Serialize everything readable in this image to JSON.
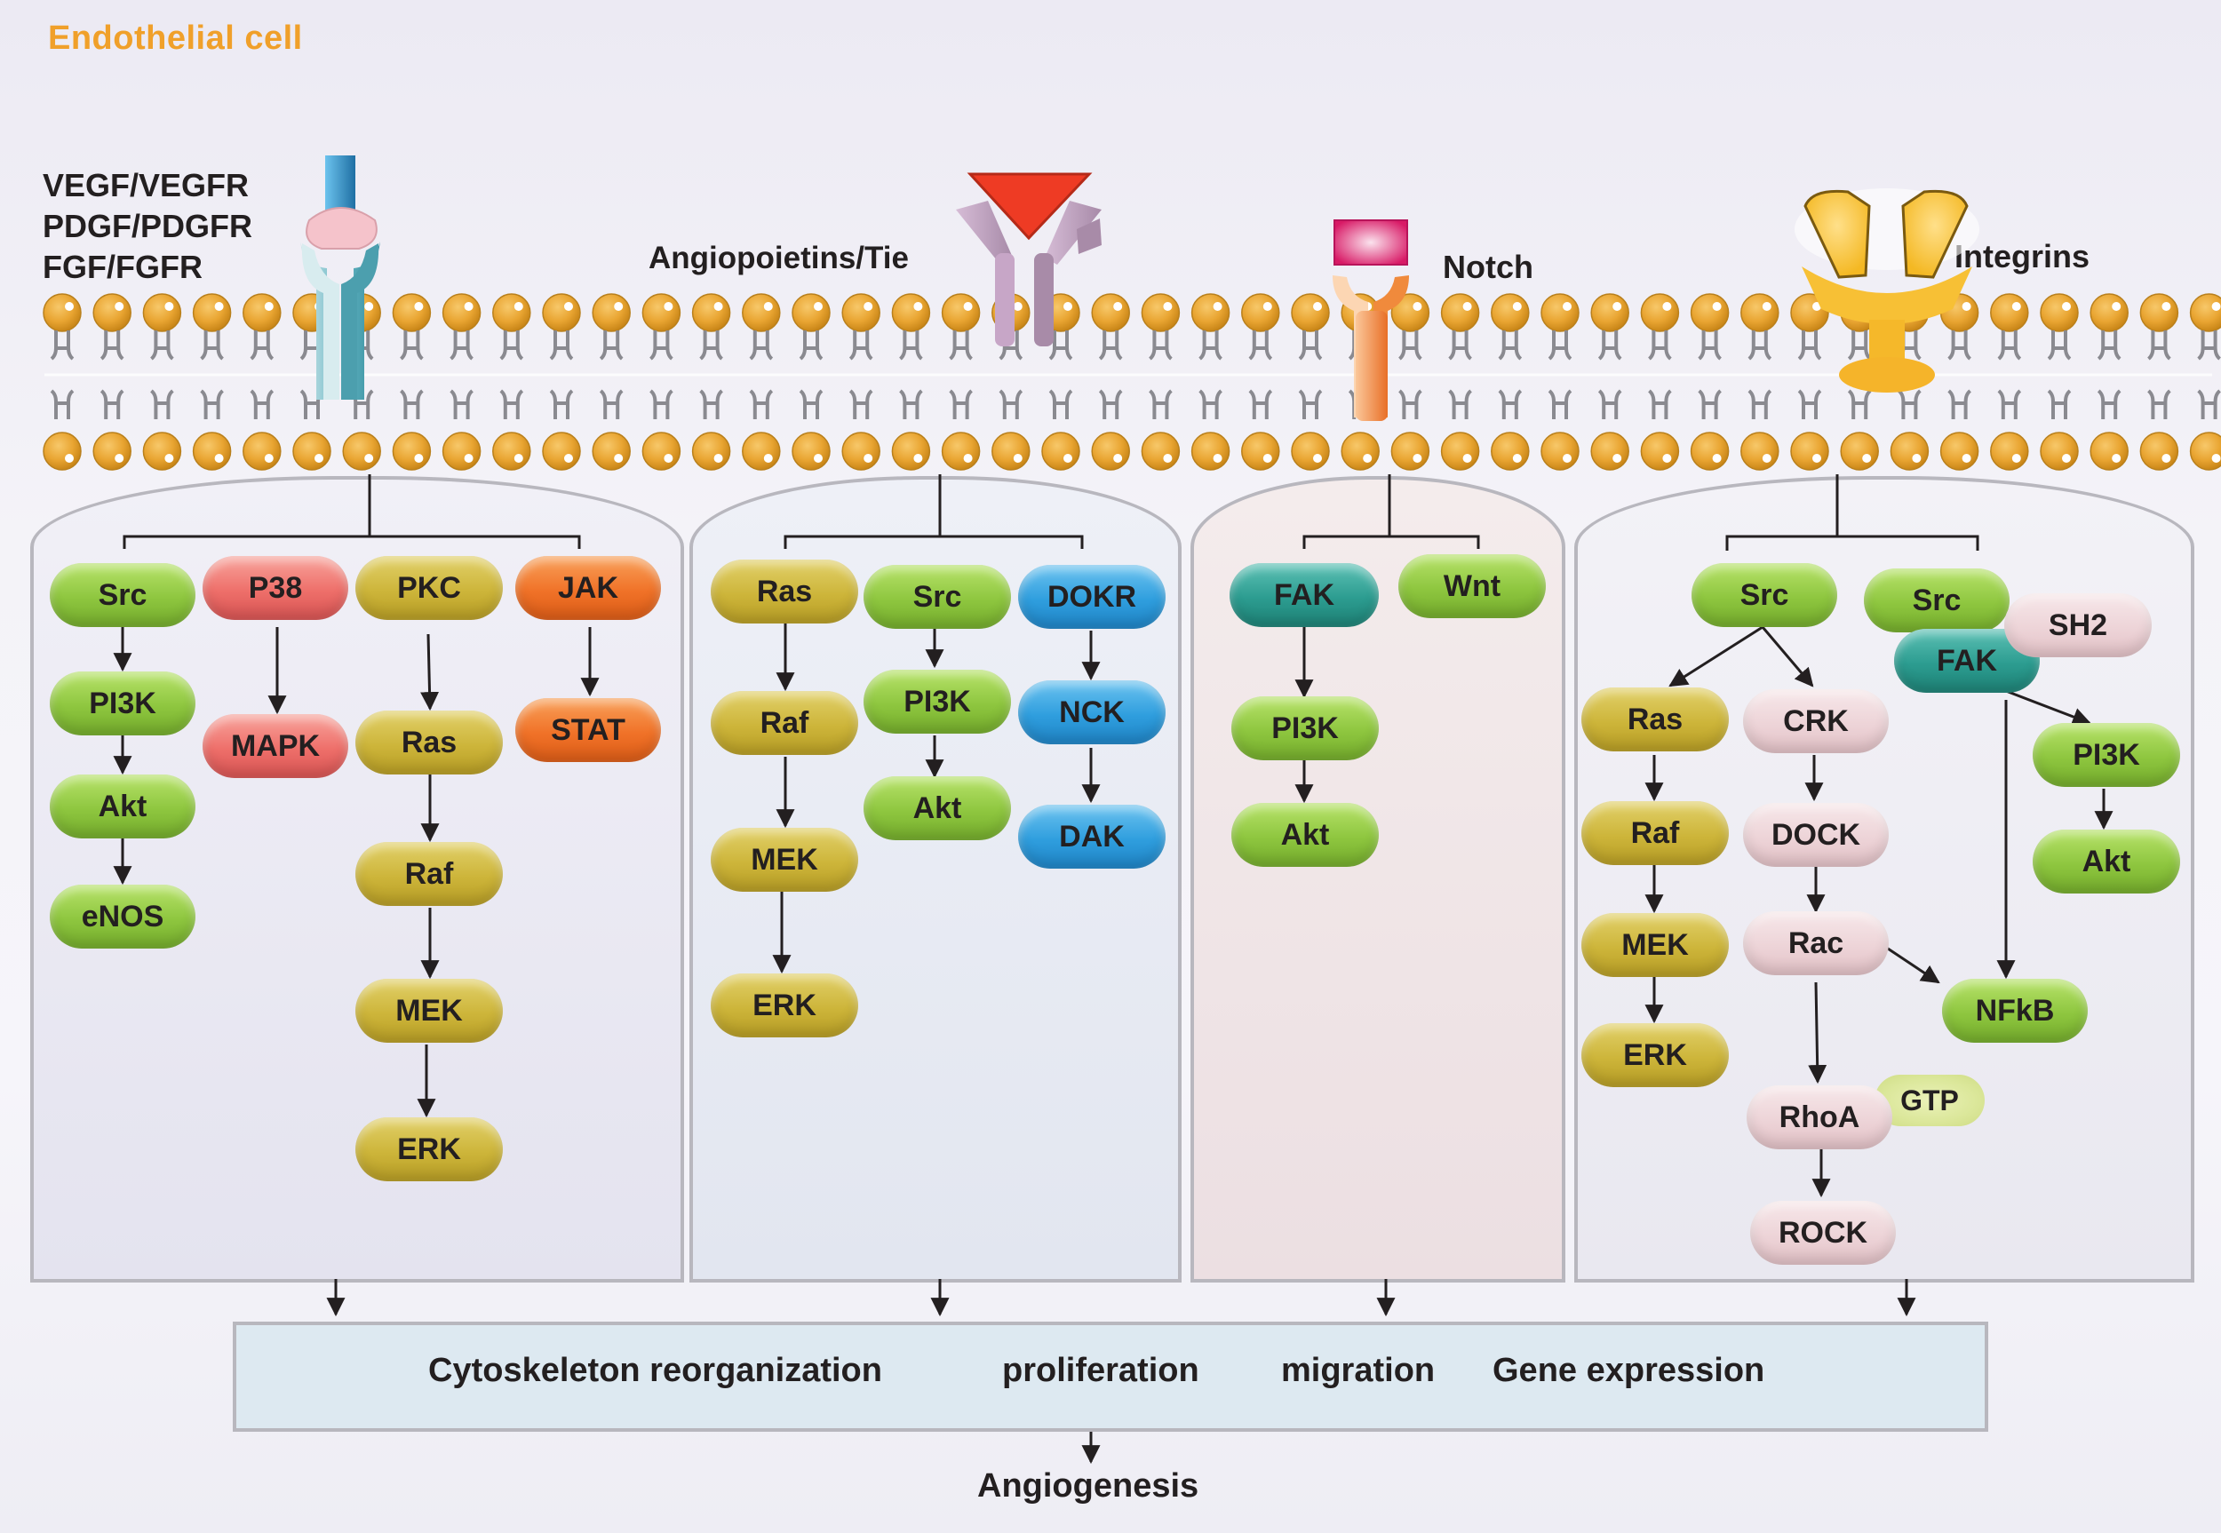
{
  "title": "Endothelial cell",
  "receptors": {
    "vegf": "VEGF/VEGFR",
    "pdgf": "PDGF/PDGFR",
    "fgf": "FGF/FGFR",
    "angiopoietin": "Angiopoietins/Tie",
    "notch": "Notch",
    "integrins": "Integrins"
  },
  "panel1": {
    "src": "Src",
    "pi3k": "PI3K",
    "akt": "Akt",
    "enos": "eNOS",
    "p38": "P38",
    "mapk": "MAPK",
    "pkc": "PKC",
    "ras": "Ras",
    "raf": "Raf",
    "mek": "MEK",
    "erk": "ERK",
    "jak": "JAK",
    "stat": "STAT"
  },
  "panel2": {
    "ras": "Ras",
    "raf": "Raf",
    "mek": "MEK",
    "erk": "ERK",
    "src": "Src",
    "pi3k": "PI3K",
    "akt": "Akt",
    "dokr": "DOKR",
    "nck": "NCK",
    "dak": "DAK"
  },
  "panel3": {
    "fak": "FAK",
    "wnt": "Wnt",
    "pi3k": "PI3K",
    "akt": "Akt"
  },
  "panel4": {
    "src": "Src",
    "ras": "Ras",
    "raf": "Raf",
    "mek": "MEK",
    "erk": "ERK",
    "crk": "CRK",
    "dock": "DOCK",
    "rac": "Rac",
    "rhoa": "RhoA",
    "gtp": "GTP",
    "rock": "ROCK",
    "src2": "Src",
    "sh2": "SH2",
    "fak": "FAK",
    "pi3k": "PI3K",
    "akt": "Akt",
    "nfkb": "NFkB"
  },
  "outcomes": {
    "cytoskeleton": "Cytoskeleton reorganization",
    "proliferation": "proliferation",
    "migration": "migration",
    "gene": "Gene expression"
  },
  "result": "Angiogenesis"
}
